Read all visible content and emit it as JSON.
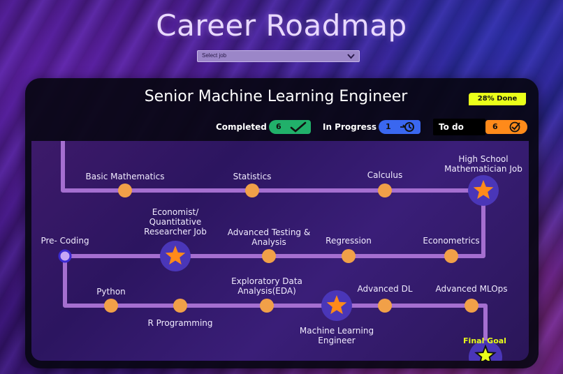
{
  "page": {
    "title": "Career Roadmap"
  },
  "job_select": {
    "placeholder": "Select job"
  },
  "card": {
    "title": "Senior Machine Learning Engineer",
    "progress_badge": "28% Done",
    "status": {
      "completed": {
        "label": "Completed",
        "count": "6"
      },
      "in_progress": {
        "label": "In Progress",
        "count": "1"
      },
      "todo": {
        "label": "To do",
        "count": "6"
      }
    }
  },
  "colors": {
    "path": "#a56fd0",
    "node": "#f1a048",
    "milestone_bg": "#4a36b8",
    "star": "#ff8a1a",
    "final_star": "#eaff1a",
    "completed": "#21b06a",
    "in_progress": "#3a67f0",
    "todo": "#ff8a1a"
  },
  "roadmap": {
    "row1": [
      {
        "label": "Basic Mathematics",
        "type": "step"
      },
      {
        "label": "Statistics",
        "type": "step"
      },
      {
        "label": "Calculus",
        "type": "step"
      },
      {
        "label": "High School\nMathematician Job",
        "type": "milestone"
      }
    ],
    "row2": [
      {
        "label": "Pre- Coding",
        "type": "start"
      },
      {
        "label": "Economist/\nQuantitative\nResearcher Job",
        "type": "milestone"
      },
      {
        "label": "Advanced Testing &\nAnalysis",
        "type": "step"
      },
      {
        "label": "Regression",
        "type": "step"
      },
      {
        "label": "Econometrics",
        "type": "step"
      }
    ],
    "row3": [
      {
        "label": "Python",
        "type": "step"
      },
      {
        "label": "R Programming",
        "type": "step"
      },
      {
        "label": "Exploratory Data\nAnalysis(EDA)",
        "type": "step"
      },
      {
        "label": "Machine Learning\nEngineer",
        "type": "milestone"
      },
      {
        "label": "Advanced DL",
        "type": "step"
      },
      {
        "label": "Advanced MLOps",
        "type": "step"
      }
    ],
    "final_goal": "Final Goal"
  }
}
